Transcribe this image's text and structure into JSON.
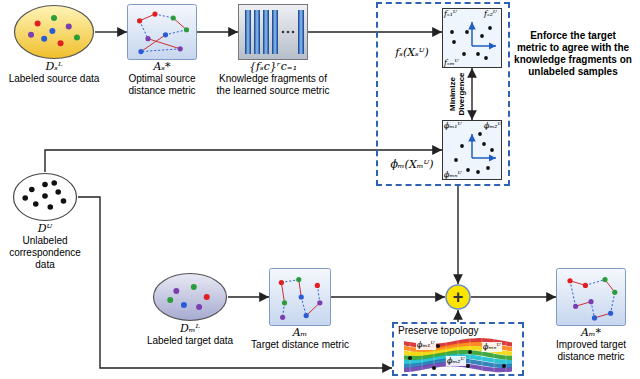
{
  "diagram": {
    "nodes": [
      {
        "text": [
          "Dₛᴸ",
          "Labeled source data"
        ]
      },
      {
        "text": [
          "Aₛ*",
          "Optimal source distance metric"
        ]
      },
      {
        "text": [
          "{fₛc}ʳc₌₁",
          "Knowledge fragments of the learned source metric"
        ]
      },
      {
        "text": [
          "Enforce the target metric to agree with the knowledge fragments on unlabeled samples"
        ]
      },
      {
        "text": [
          "fₛ(Xₛᵁ)",
          "fₛ₁ᵁ",
          "fₛ₂ᵁ",
          "fₛₘᵁ"
        ],
        "in": 3
      },
      {
        "text": [
          "ϕₘ(Xₘᵁ)",
          "ϕₘ₁ᵁ",
          "ϕₘ₂ᵁ",
          "ϕₘₙᵁ"
        ],
        "in": 3
      },
      {
        "text": [
          "Dᵁ",
          "Unlabeled correspondence data"
        ]
      },
      {
        "text": [
          "Dₘᴸ",
          "Labeled target data"
        ]
      },
      {
        "text": [
          "Aₘ",
          "Target distance metric"
        ]
      },
      {
        "text": [
          "+"
        ]
      },
      {
        "text": [
          "Preserve topology",
          "ϕₘ₁ᵁ",
          "ϕₘ₂ᵁ",
          "ϕₘₙᵁ"
        ]
      },
      {
        "text": [
          "Aₘ*",
          "Improved target distance metric"
        ]
      }
    ],
    "edges": [
      {
        "from": 0,
        "to": 1,
        "arrow": "to"
      },
      {
        "from": 1,
        "to": 2,
        "arrow": "to"
      },
      {
        "from": 2,
        "to": 4,
        "arrow": "to"
      },
      {
        "from": 4,
        "to": 5,
        "arrow": "both",
        "label": "Minimize Divergence"
      },
      {
        "from": 6,
        "to": 5,
        "arrow": "to"
      },
      {
        "from": 3,
        "to": 9,
        "arrow": "to"
      },
      {
        "from": 6,
        "to": 10,
        "arrow": "to"
      },
      {
        "from": 7,
        "to": 8,
        "arrow": "to"
      },
      {
        "from": 8,
        "to": 9,
        "arrow": "to"
      },
      {
        "from": 10,
        "to": 9,
        "arrow": "to"
      },
      {
        "from": 9,
        "to": 11,
        "arrow": "to"
      }
    ]
  }
}
